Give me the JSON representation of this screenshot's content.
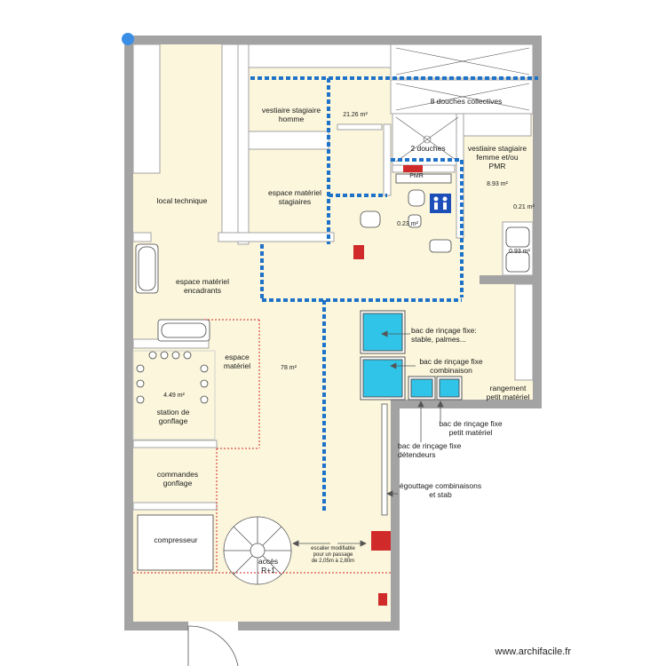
{
  "rooms": {
    "local_technique": "local technique",
    "vestiaire_homme": "vestiaire stagiaire\nhomme",
    "area_21": "21.26 m²",
    "douches_collectives": "8 douches collectives",
    "deux_douches": "2 douches",
    "vestiaire_femme": "vestiaire stagiaire\nfemme et/ou\nPMR",
    "area_8": "8.93 m²",
    "area_021": "0.21 m²",
    "espace_materiel_stagiaires": "espace matériel\nstagiaires",
    "pmr": "PMR",
    "area_023": "0.23 m²",
    "area_093": "0.93 m²",
    "espace_materiel_encadrants": "espace matériel\nencadrants",
    "espace_materiel": "espace\nmatériel",
    "area_78": "78 m²",
    "area_449": "4.49 m²",
    "station_gonflage": "station de\ngonflage",
    "commandes_gonflage": "commandes\ngonflage",
    "compresseur": "compresseur",
    "acces": "accès\nR+1",
    "escalier": "escalier modifiable\npour un passage\nde 2,05m à 2,80m",
    "rangement": "rangement\npetit matériel"
  },
  "annotations": {
    "bac_stable": "bac de rinçage fixe:\nstable, palmes...",
    "bac_combinaison": "bac de rinçage fixe\ncombinaison",
    "bac_petit": "bac de rinçage fixe\npetit matériel",
    "bac_detendeurs": "bac de rinçage fixe\ndétendeurs",
    "egouttage": "égouttage combinaisons\net stab"
  },
  "watermark": "www.archifacile.fr",
  "colors": {
    "wall": "#9e9e9e",
    "floor": "#fbf6dc",
    "pipe": "#1e72c8",
    "basin": "#2fc4e8",
    "red": "#d12a2a"
  }
}
